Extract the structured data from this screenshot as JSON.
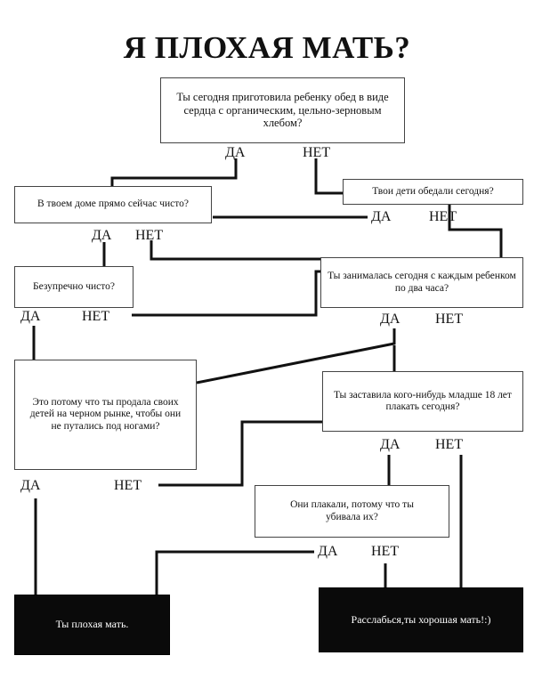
{
  "title": "Я ПЛОХАЯ МАТЬ?",
  "nodes": {
    "q_lunch_heart": "Ты сегодня приготовила ребенку обед в виде сердца с органическим, цельно-зерновым хлебом?",
    "q_house_clean": "В твоем доме прямо сейчас чисто?",
    "q_kids_ate": "Твои дети обедали сегодня?",
    "q_perfectly_clean": "Безупречно чисто?",
    "q_two_hours": "Ты занималась сегодня с каждым ребенком по два часа?",
    "q_black_market": "Это потому что ты продала своих детей на черном рынке, чтобы они не путались под ногами?",
    "q_made_cry": "Ты заставила кого-нибудь младше 18 лет плакать сегодня?",
    "q_killing": "Они плакали, потому что ты убивала их?",
    "r_bad_mother": "Ты плохая мать.",
    "r_good_mother": "Расслабься,ты хорошая мать!:)"
  },
  "answers": {
    "yes": "ДА",
    "no": "НЕТ"
  }
}
